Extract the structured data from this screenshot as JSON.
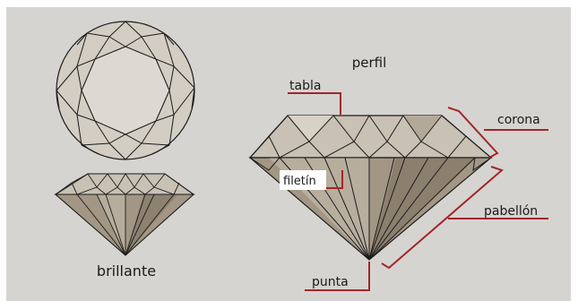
{
  "labels": {
    "brillante": "brillante",
    "perfil": "perfil",
    "tabla": "tabla",
    "corona": "corona",
    "filetin": "filetín",
    "pabellon": "pabellón",
    "punta": "punta"
  },
  "colors": {
    "background": "#d6d4d1",
    "stone_light": "#ddd8cf",
    "stone_mid": "#bdb4a6",
    "stone_dark": "#94897a",
    "line": "#1c1c1c",
    "leader": "#a3262a"
  }
}
